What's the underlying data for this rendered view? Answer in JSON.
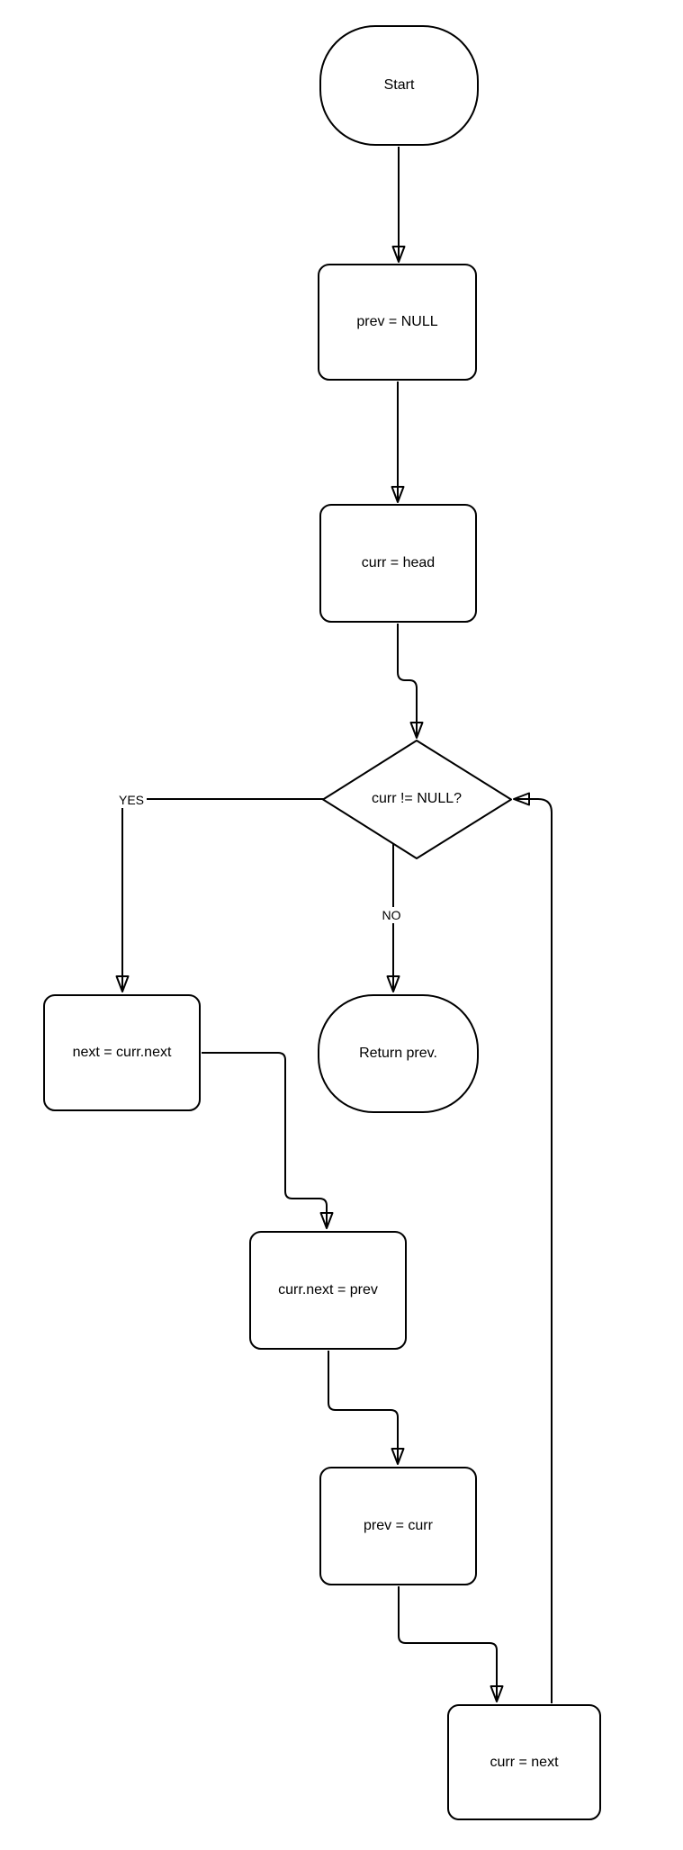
{
  "diagram": {
    "type": "flowchart",
    "nodes": [
      {
        "id": "start",
        "shape": "terminator",
        "label": "Start"
      },
      {
        "id": "prev-null",
        "shape": "process",
        "label": "prev = NULL"
      },
      {
        "id": "curr-head",
        "shape": "process",
        "label": "curr = head"
      },
      {
        "id": "check-curr",
        "shape": "decision",
        "label": "curr != NULL?"
      },
      {
        "id": "next-curr-next",
        "shape": "process",
        "label": "next = curr.next"
      },
      {
        "id": "return-prev",
        "shape": "terminator",
        "label": "Return prev."
      },
      {
        "id": "curr-next-prev",
        "shape": "process",
        "label": "curr.next = prev"
      },
      {
        "id": "prev-curr",
        "shape": "process",
        "label": "prev = curr"
      },
      {
        "id": "curr-next",
        "shape": "process",
        "label": "curr = next"
      }
    ],
    "edge_labels": {
      "yes": "YES",
      "no": "NO"
    },
    "colors": {
      "stroke": "#000000",
      "node_fill": "#ffffff",
      "text": "#000000",
      "arrowhead_fill": "#ffffff"
    }
  }
}
